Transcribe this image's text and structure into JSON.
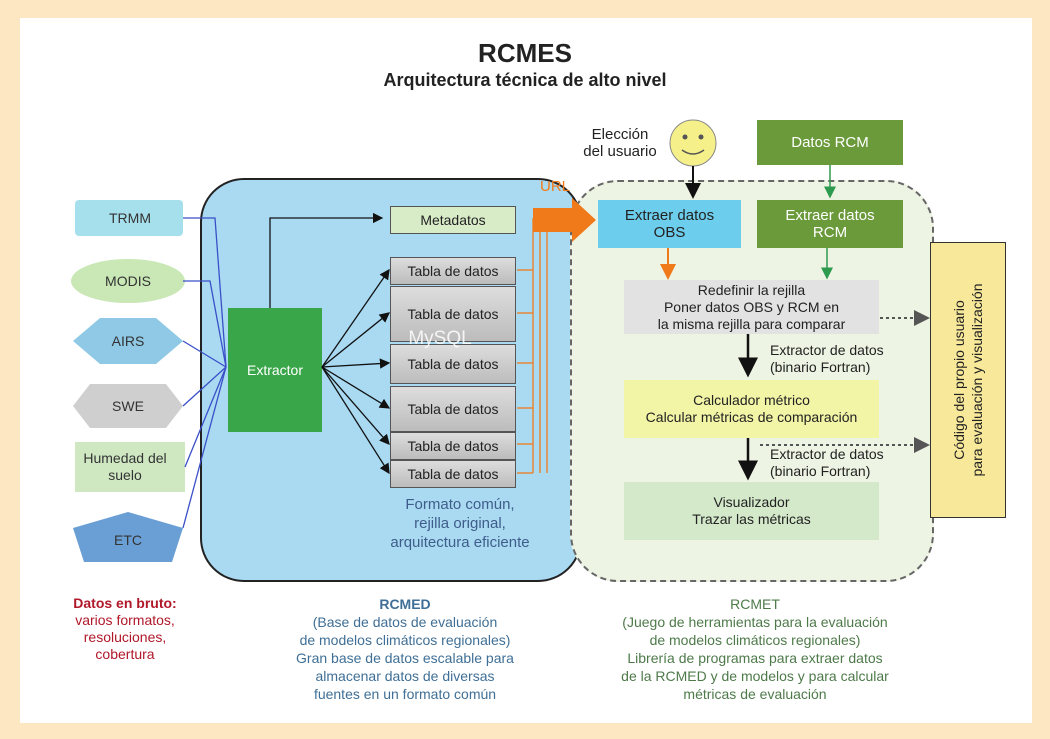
{
  "title": "RCMES",
  "subtitle": "Arquitectura técnica de alto nivel",
  "user_choice": [
    "Elección",
    "del usuario"
  ],
  "url_label": "URL",
  "mysql_label": "MySQL",
  "sources": [
    "TRMM",
    "MODIS",
    "AIRS",
    "SWE",
    "Humedad del suelo",
    "ETC"
  ],
  "extractor": "Extractor",
  "metadata": "Metadatos",
  "tabla": "Tabla de datos",
  "formato": [
    "Formato común,",
    "rejilla original,",
    "arquitectura eficiente"
  ],
  "datos_rcm": "Datos RCM",
  "extraer_obs": [
    "Extraer datos",
    "OBS"
  ],
  "extraer_rcm": [
    "Extraer datos",
    "RCM"
  ],
  "regrid": [
    "Redefinir la rejilla",
    "Poner datos OBS y RCM en",
    "la misma rejilla para comparar"
  ],
  "extractor_bin": [
    "Extractor de datos",
    "(binario Fortran)"
  ],
  "metric": [
    "Calculador métrico",
    "Calcular métricas de comparación"
  ],
  "visual": [
    "Visualizador",
    "Trazar las métricas"
  ],
  "user_code": [
    "Código del propio usuario",
    "para evaluación y visualización"
  ],
  "raw": {
    "bold": "Datos en bruto:",
    "lines": [
      "varios formatos,",
      "resoluciones,",
      "cobertura"
    ]
  },
  "rcmed": {
    "name": "RCMED",
    "lines": [
      "(Base de datos de evaluación",
      "de modelos climáticos regionales)",
      "Gran base de datos escalable para",
      "almacenar datos de diversas",
      "fuentes en un formato común"
    ]
  },
  "rcmet": {
    "name": "RCMET",
    "lines": [
      "(Juego de herramientas para la evaluación",
      "de modelos climáticos regionales)",
      "Librería de programas para extraer datos",
      "de la RCMED y de modelos y para calcular",
      "métricas de evaluación"
    ]
  },
  "colors": {
    "background": "#fde6c2",
    "rcmed_area": "#a9daf2",
    "extractor_green": "#3aa64a",
    "rcm_green": "#6a9a3a",
    "url_orange": "#f07a1a",
    "raw_red": "#b0182a"
  }
}
